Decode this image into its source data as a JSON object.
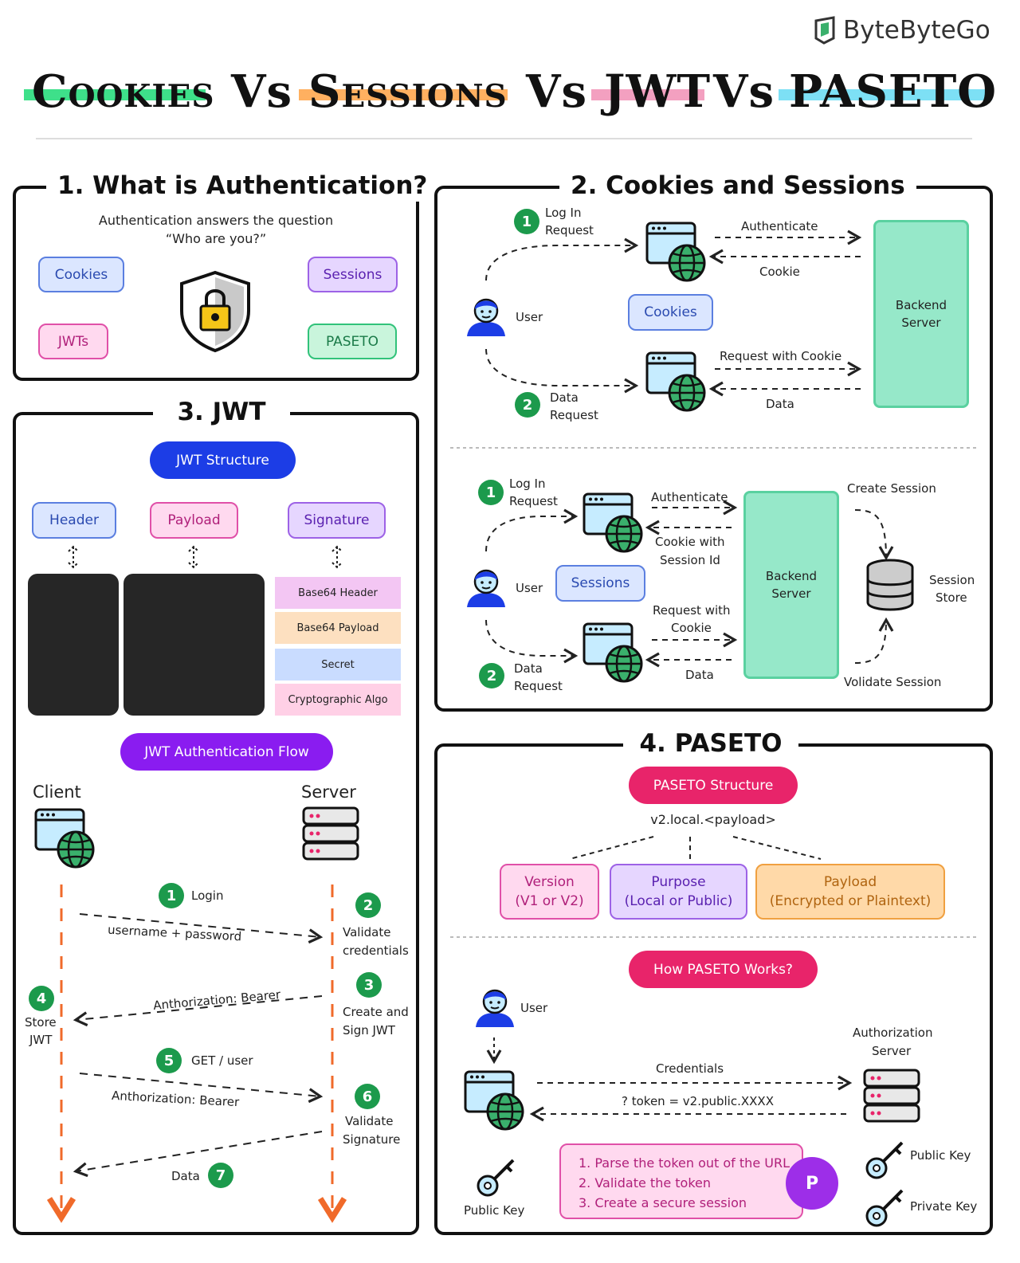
{
  "brand": {
    "name": "ByteByteGo",
    "logo_icon": "bytebytego-logo-icon"
  },
  "title": {
    "part1": "Cookies",
    "vs1": "Vs",
    "part2": "Sessions",
    "vs2": "Vs",
    "part3": "JWT",
    "vs3": "Vs",
    "part4": "PASETO"
  },
  "colors": {
    "green": "#3ee08a",
    "orange": "#ffb060",
    "pink": "#f3a0c0",
    "cyan": "#7de0f5"
  },
  "auth": {
    "title": "1. What is Authentication?",
    "line1": "Authentication answers the question",
    "line2": "“Who are you?”",
    "cookies": "Cookies",
    "sessions": "Sessions",
    "jwts": "JWTs",
    "paseto": "PASETO"
  },
  "cookies_sessions": {
    "title": "2. Cookies and Sessions",
    "top": {
      "step1_a": "Log In",
      "step1_b": "Request",
      "authenticate": "Authenticate",
      "cookie": "Cookie",
      "user": "User",
      "cookies_pill": "Cookies",
      "request_with_cookie": "Request with Cookie",
      "data": "Data",
      "step2_a": "Data",
      "step2_b": "Request",
      "backend_a": "Backend",
      "backend_b": "Server"
    },
    "bottom": {
      "step1_a": "Log In",
      "step1_b": "Request",
      "authenticate": "Authenticate",
      "cookie_sid_a": "Cookie with",
      "cookie_sid_b": "Session Id",
      "user": "User",
      "sessions_pill": "Sessions",
      "req_cookie_a": "Request with",
      "req_cookie_b": "Cookie",
      "data": "Data",
      "step2_a": "Data",
      "step2_b": "Request",
      "backend_a": "Backend",
      "backend_b": "Server",
      "create_session": "Create Session",
      "store_a": "Session",
      "store_b": "Store",
      "validate_session": "Volidate Session"
    }
  },
  "jwt": {
    "title": "3. JWT",
    "structure": "JWT Structure",
    "header": "Header",
    "payload": "Payload",
    "signature": "Signature",
    "sig_rows": [
      "Base64 Header",
      "Base64 Payload",
      "Secret",
      "Cryptographic Algo"
    ],
    "sig_colors": [
      "#f3c6f3",
      "#fde0c0",
      "#c9dcff",
      "#ffd0e6"
    ],
    "flow": "JWT Authentication Flow",
    "client": "Client",
    "server": "Server",
    "steps": {
      "login": "Login",
      "username_password": "username + password",
      "validate_a": "Validate",
      "validate_b": "credentials",
      "bearer1": "Anthorization: Bearer",
      "create_a": "Create and",
      "create_b": "Sign JWT",
      "store_a": "Store",
      "store_b": "JWT",
      "get_user": "GET / user",
      "bearer2": "Anthorization: Bearer",
      "vsig_a": "Validate",
      "vsig_b": "Signature",
      "data": "Data"
    },
    "nums": [
      "1",
      "2",
      "3",
      "4",
      "5",
      "6",
      "7"
    ]
  },
  "paseto": {
    "title": "4. PASETO",
    "structure": "PASETO Structure",
    "token": "v2.local.<payload>",
    "version_a": "Version",
    "version_b": "(V1 or V2)",
    "purpose_a": "Purpose",
    "purpose_b": "(Local or Public)",
    "payload_a": "Payload",
    "payload_b": "(Encrypted or Plaintext)",
    "how": "How PASETO Works?",
    "user": "User",
    "auth_server_a": "Authorization",
    "auth_server_b": "Server",
    "credentials": "Credentials",
    "token_url": "? token = v2.public.XXXX",
    "steps": [
      "1. Parse the token out of the URL",
      "2. Validate the token",
      "3. Create a secure session"
    ],
    "public_key_left": "Public Key",
    "public_key_right": "Public Key",
    "private_key": "Private Key",
    "badge": "P"
  },
  "nums": {
    "one": "1",
    "two": "2"
  }
}
